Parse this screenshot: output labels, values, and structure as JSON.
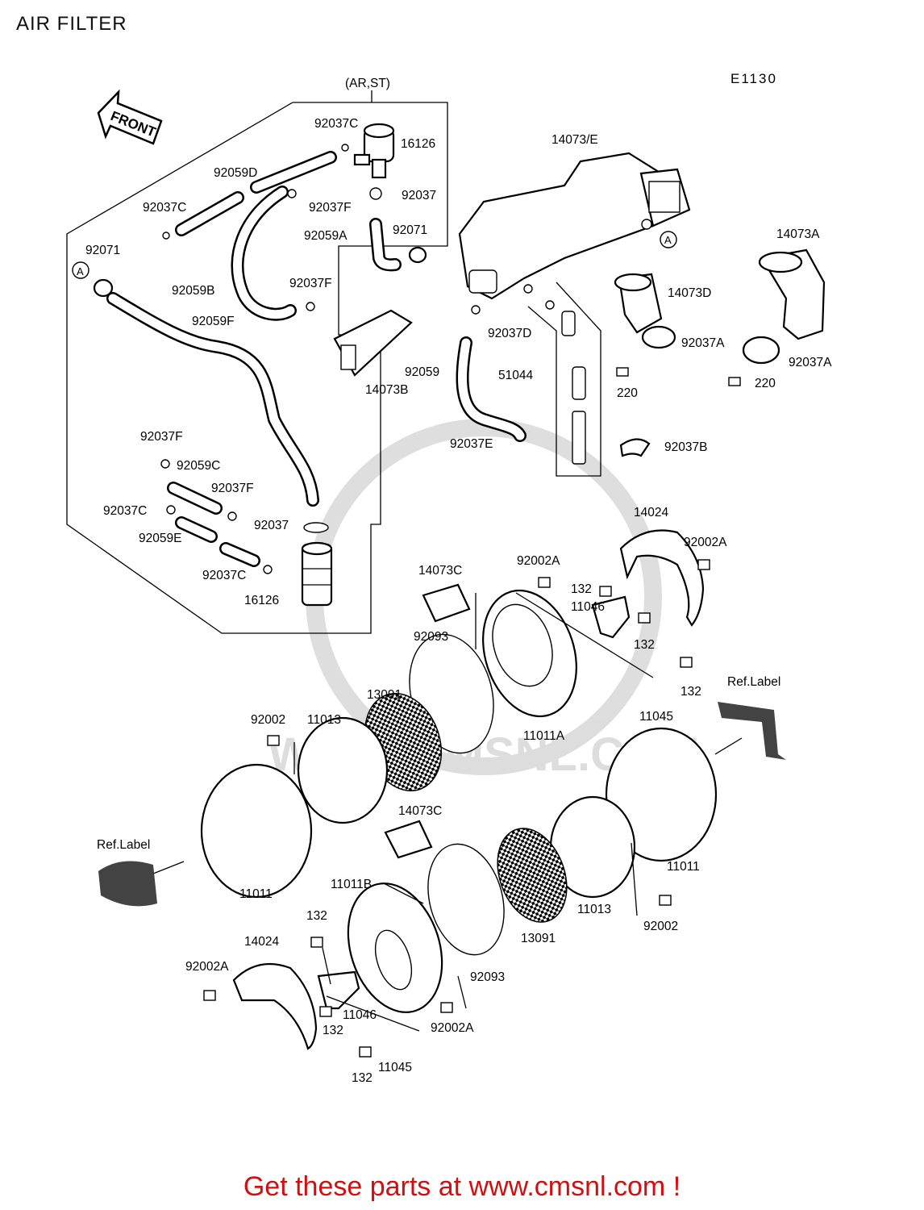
{
  "title": "AIR FILTER",
  "code": "E1130",
  "front_label": "FRONT",
  "variant_label": "(AR,ST)",
  "ref_label": "Ref.Label",
  "ref_label_text": "Ref.Label",
  "watermark_text": "WWW.CMSNL.COM",
  "footer": "Get these parts at www.cmsnl.com !",
  "parts": [
    "92037C",
    "16126",
    "92059D",
    "92037",
    "92037F",
    "92037C",
    "92059A",
    "92071",
    "92071",
    "92059B",
    "92037F",
    "92059F",
    "14073/E",
    "14073A",
    "14073D",
    "92037A",
    "92037A",
    "220",
    "220",
    "92037D",
    "14073B",
    "92059",
    "51044",
    "92037E",
    "92037B",
    "92037F",
    "92059C",
    "92037F",
    "92037C",
    "92037",
    "92059E",
    "92037C",
    "16126",
    "14024",
    "92002A",
    "92002A",
    "132",
    "11046",
    "132",
    "14073C",
    "92093",
    "132",
    "11045",
    "13091",
    "11011A",
    "92002",
    "11013",
    "11011",
    "14073C",
    "11011",
    "11011B",
    "13091",
    "11013",
    "92093",
    "92002",
    "132",
    "14024",
    "92002A",
    "11046",
    "132",
    "92002A",
    "132",
    "11045",
    "Ref.Label",
    "Ref.Label"
  ]
}
